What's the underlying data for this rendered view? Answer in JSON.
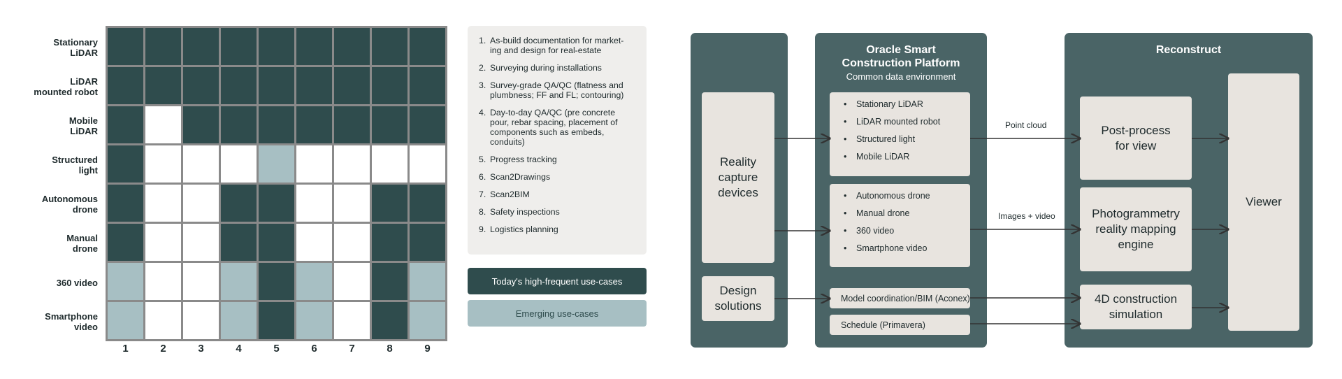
{
  "grid": {
    "rows": [
      "Stationary\nLiDAR",
      "LiDAR\nmounted robot",
      "Mobile\nLiDAR",
      "Structured\nlight",
      "Autonomous\ndrone",
      "Manual\ndrone",
      "360 video",
      "Smartphone\nvideo"
    ],
    "columns": [
      "1",
      "2",
      "3",
      "4",
      "5",
      "6",
      "7",
      "8",
      "9"
    ],
    "cells": [
      [
        "h",
        "h",
        "h",
        "h",
        "h",
        "h",
        "h",
        "h",
        "h"
      ],
      [
        "h",
        "h",
        "h",
        "h",
        "h",
        "h",
        "h",
        "h",
        "h"
      ],
      [
        "h",
        "n",
        "h",
        "h",
        "h",
        "h",
        "h",
        "h",
        "h"
      ],
      [
        "h",
        "n",
        "n",
        "n",
        "e",
        "n",
        "n",
        "n",
        "n"
      ],
      [
        "h",
        "n",
        "n",
        "h",
        "h",
        "n",
        "n",
        "h",
        "h"
      ],
      [
        "h",
        "n",
        "n",
        "h",
        "h",
        "n",
        "n",
        "h",
        "h"
      ],
      [
        "e",
        "n",
        "n",
        "e",
        "h",
        "e",
        "n",
        "h",
        "e"
      ],
      [
        "e",
        "n",
        "n",
        "e",
        "h",
        "e",
        "n",
        "h",
        "e"
      ]
    ]
  },
  "use_cases": [
    {
      "num": "1.",
      "text": "As-build documentation for market-\ning and design for real-estate"
    },
    {
      "num": "2.",
      "text": "Surveying during installations"
    },
    {
      "num": "3.",
      "text": "Survey-grade QA/QC (flatness and plumbness; FF and FL; contouring)"
    },
    {
      "num": "4.",
      "text": "Day-to-day QA/QC (pre concrete pour, rebar spacing, placement of components such as embeds, conduits)"
    },
    {
      "num": "5.",
      "text": "Progress tracking"
    },
    {
      "num": "6.",
      "text": "Scan2Drawings"
    },
    {
      "num": "7.",
      "text": "Scan2BIM"
    },
    {
      "num": "8.",
      "text": "Safety inspections"
    },
    {
      "num": "9.",
      "text": "Logistics planning"
    }
  ],
  "legend": {
    "high": "Today's high-frequent use-cases",
    "emerging": "Emerging use-cases"
  },
  "colors": {
    "high": "#2f4c4d",
    "emerging": "#a7bfc3",
    "none": "#ffffff",
    "panel": "#4a6466",
    "box": "#e8e4df"
  },
  "diagram": {
    "left": {
      "reality": "Reality\ncapture\ndevices",
      "design": "Design\nsolutions"
    },
    "middle": {
      "title": "Oracle Smart\nConstruction Platform",
      "subtitle": "Common data environment",
      "group1": [
        "Stationary LiDAR",
        "LiDAR mounted robot",
        "Structured light",
        "Mobile LiDAR"
      ],
      "group2": [
        "Autonomous drone",
        "Manual drone",
        "360 video",
        "Smartphone video"
      ],
      "model": "Model coordination/BIM (Aconex)",
      "schedule": "Schedule (Primavera)"
    },
    "right": {
      "title": "Reconstruct",
      "postprocess": "Post-process\nfor view",
      "photogrammetry": "Photogrammetry\nreality mapping\nengine",
      "simulation": "4D construction\nsimulation",
      "viewer": "Viewer"
    },
    "arrow_labels": {
      "point_cloud": "Point cloud",
      "images_video": "Images + video"
    }
  }
}
